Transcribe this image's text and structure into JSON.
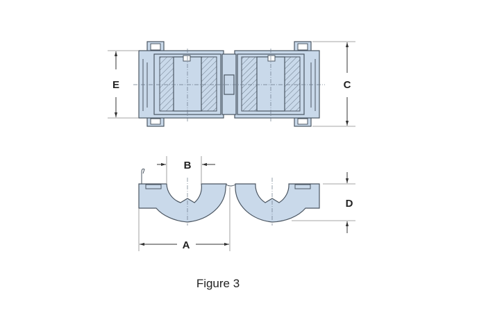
{
  "figure": {
    "caption": "Figure 3",
    "dimension_labels": {
      "A": "A",
      "B": "B",
      "C": "C",
      "D": "D",
      "E": "E"
    },
    "colors": {
      "body": "#c9d9ea",
      "outline": "#4a5561"
    }
  }
}
